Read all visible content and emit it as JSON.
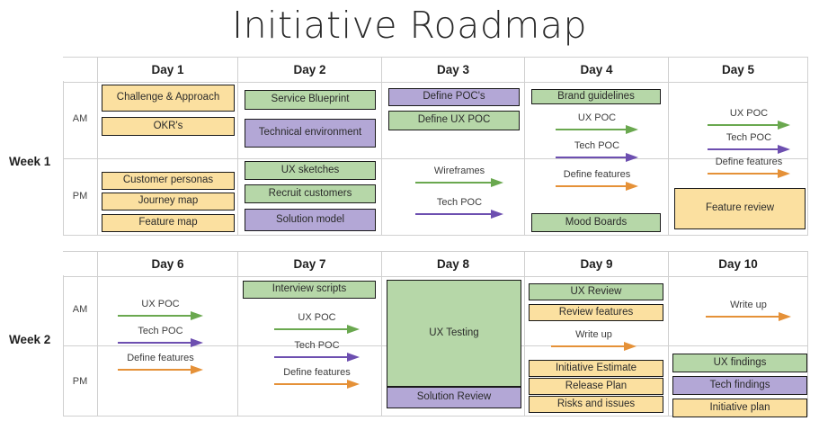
{
  "title": "Initiative Roadmap",
  "colors": {
    "yellow": "#fbe0a0",
    "green": "#b6d7a8",
    "purple": "#b3a7d6",
    "arrow_green": "#6aa84f",
    "arrow_purple": "#6d4fb0",
    "arrow_orange": "#e59138",
    "grid": "#d0d0d0",
    "text": "#2b2b2b"
  },
  "weeks": [
    {
      "label": "Week 1",
      "days": [
        "Day 1",
        "Day 2",
        "Day 3",
        "Day 4",
        "Day 5"
      ],
      "rows": [
        "AM",
        "PM"
      ],
      "am": {
        "day1": [
          "Challenge & Approach",
          "OKR's"
        ],
        "day2": [
          "Service Blueprint",
          "Technical environment"
        ],
        "day3": [
          "Define POC's",
          "Define UX POC"
        ],
        "day4": [
          "Brand guidelines"
        ],
        "day5": []
      },
      "pm": {
        "day1": [
          "Customer personas",
          "Journey map",
          "Feature map"
        ],
        "day2": [
          "UX sketches",
          "Recruit customers",
          "Solution model"
        ],
        "day3": [],
        "day4": [
          "Mood Boards"
        ],
        "day5": [
          "Feature review"
        ]
      },
      "arrows": {
        "day3": [
          "Wireframes",
          "Tech POC"
        ],
        "day4": [
          "UX POC",
          "Tech POC",
          "Define features"
        ],
        "day5": [
          "UX POC",
          "Tech POC",
          "Define features"
        ]
      }
    },
    {
      "label": "Week 2",
      "days": [
        "Day 6",
        "Day 7",
        "Day 8",
        "Day 9",
        "Day 10"
      ],
      "rows": [
        "AM",
        "PM"
      ],
      "am": {
        "day7": [
          "Interview scripts"
        ],
        "day8": [
          "UX Testing"
        ],
        "day9": [
          "UX Review",
          "Review features"
        ]
      },
      "pm": {
        "day8": [
          "Solution Review"
        ],
        "day9": [
          "Initiative Estimate",
          "Release Plan",
          "Risks and issues"
        ],
        "day10": [
          "UX findings",
          "Tech findings",
          "Initiative plan"
        ]
      },
      "arrows": {
        "day6": [
          "UX POC",
          "Tech POC",
          "Define features"
        ],
        "day7": [
          "UX POC",
          "Tech POC",
          "Define features"
        ],
        "day9": [
          "Write up"
        ],
        "day10": [
          "Write up"
        ]
      }
    }
  ],
  "tasks": {
    "challenge_approach": "Challenge & Approach",
    "okrs": "OKR's",
    "customer_personas": "Customer personas",
    "journey_map": "Journey map",
    "feature_map": "Feature map",
    "service_blueprint": "Service Blueprint",
    "technical_environment": "Technical environment",
    "ux_sketches": "UX sketches",
    "recruit_customers": "Recruit customers",
    "solution_model": "Solution model",
    "define_pocs": "Define POC's",
    "define_ux_poc": "Define UX POC",
    "brand_guidelines": "Brand guidelines",
    "mood_boards": "Mood Boards",
    "feature_review": "Feature review",
    "interview_scripts": "Interview scripts",
    "ux_testing": "UX Testing",
    "solution_review": "Solution Review",
    "ux_review": "UX Review",
    "review_features": "Review features",
    "initiative_estimate": "Initiative Estimate",
    "release_plan": "Release Plan",
    "risks_and_issues": "Risks and issues",
    "ux_findings": "UX findings",
    "tech_findings": "Tech findings",
    "initiative_plan": "Initiative plan"
  },
  "arrow_labels": {
    "ux_poc": "UX POC",
    "tech_poc": "Tech POC",
    "define_features": "Define features",
    "wireframes": "Wireframes",
    "write_up": "Write up"
  }
}
